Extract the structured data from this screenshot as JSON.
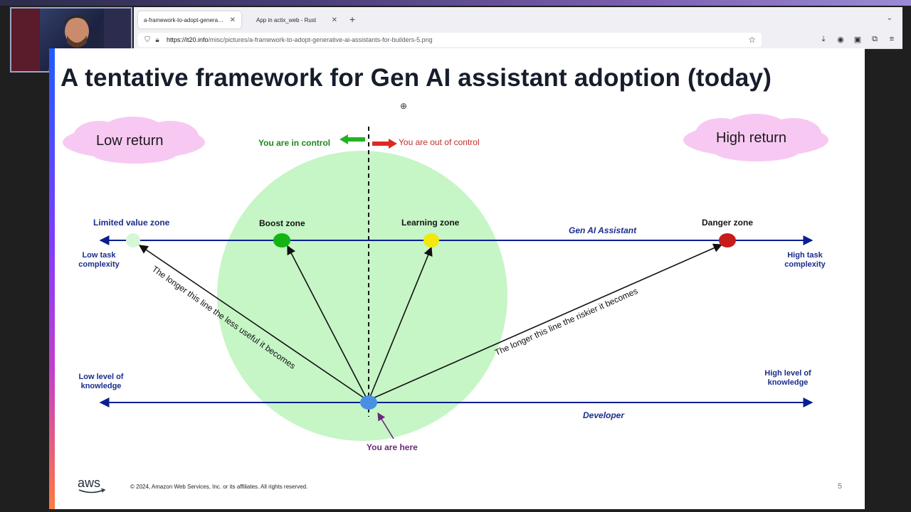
{
  "browser": {
    "tabs": [
      {
        "label": "a-framework-to-adopt-generative-a",
        "active": true
      },
      {
        "label": "App in actix_web - Rust",
        "active": false
      }
    ],
    "url_host": "https://it20.info",
    "url_path": "/misc/pictures/a-framework-to-adopt-generative-ai-assistants-for-builders-5.png"
  },
  "slide": {
    "title": "A tentative framework for Gen AI assistant adoption (today)",
    "low_return": "Low return",
    "high_return": "High return",
    "in_control": "You are in control",
    "out_of_control": "You are out of control",
    "limited_value_zone": "Limited value zone",
    "boost_zone": "Boost zone",
    "learning_zone": "Learning zone",
    "danger_zone": "Danger zone",
    "gen_ai_assistant": "Gen AI Assistant",
    "low_task_complexity": "Low task complexity",
    "high_task_complexity": "High task complexity",
    "low_knowledge": "Low level of knowledge",
    "high_knowledge": "High level of knowledge",
    "developer": "Developer",
    "you_are_here": "You are here",
    "less_useful": "The longer this line the less useful it becomes",
    "riskier": "The longer this line the riskier it becomes",
    "copyright": "© 2024, Amazon Web Services, Inc. or its affiliates. All rights reserved.",
    "page_number": "5",
    "logo": "aws"
  },
  "colors": {
    "line_blue": "#0a1f8f",
    "circle_green": "#c6f5c6",
    "cloud_pink": "#f7c9f2",
    "dot_limited": "#d6f7d6",
    "dot_boost": "#12b512",
    "dot_learning": "#f2e80c",
    "dot_danger": "#c81b1b",
    "dot_here": "#4a90e2",
    "arrow_green": "#22b322",
    "arrow_red": "#e0271e"
  }
}
